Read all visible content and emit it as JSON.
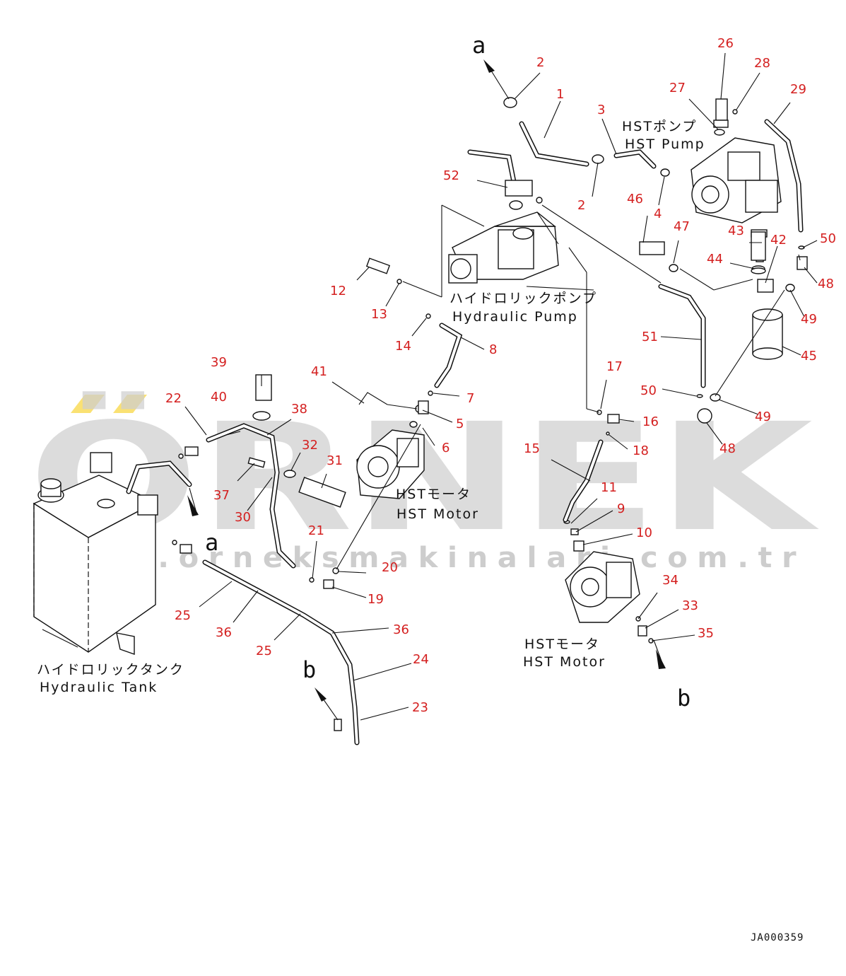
{
  "watermark": {
    "brand": "ÖRNEK",
    "url": "www.orneksmakinalari.com.tr",
    "accent_color": "#f5c800"
  },
  "labels": {
    "hst_pump_jp": "HSTポンプ",
    "hst_pump_en": "HST Pump",
    "hydraulic_pump_jp": "ハイドロリックポンプ",
    "hydraulic_pump_en": "Hydraulic Pump",
    "hst_motor_jp": "HSTモータ",
    "hst_motor_en": "HST Motor",
    "hst_motor2_jp": "HSTモータ",
    "hst_motor2_en": "HST Motor",
    "hydraulic_tank_jp": "ハイドロリックタンク",
    "hydraulic_tank_en": "Hydraulic Tank"
  },
  "refs": {
    "a": "a",
    "b": "b"
  },
  "parts": {
    "p1": "1",
    "p2a": "2",
    "p2b": "2",
    "p3": "3",
    "p4": "4",
    "p5": "5",
    "p6": "6",
    "p7": "7",
    "p8": "8",
    "p9": "9",
    "p10": "10",
    "p11": "11",
    "p12": "12",
    "p13": "13",
    "p14": "14",
    "p15": "15",
    "p16": "16",
    "p17": "17",
    "p18": "18",
    "p19": "19",
    "p20": "20",
    "p21": "21",
    "p22": "22",
    "p23": "23",
    "p24": "24",
    "p25a": "25",
    "p25b": "25",
    "p26": "26",
    "p27": "27",
    "p28": "28",
    "p29": "29",
    "p30": "30",
    "p31": "31",
    "p32": "32",
    "p33": "33",
    "p34": "34",
    "p35": "35",
    "p36a": "36",
    "p36b": "36",
    "p37": "37",
    "p38": "38",
    "p39": "39",
    "p40": "40",
    "p41": "41",
    "p42": "42",
    "p43": "43",
    "p44": "44",
    "p45": "45",
    "p46": "46",
    "p47": "47",
    "p48a": "48",
    "p48b": "48",
    "p49a": "49",
    "p49b": "49",
    "p50a": "50",
    "p50b": "50",
    "p51": "51",
    "p52": "52"
  },
  "doc_id": "JA000359"
}
